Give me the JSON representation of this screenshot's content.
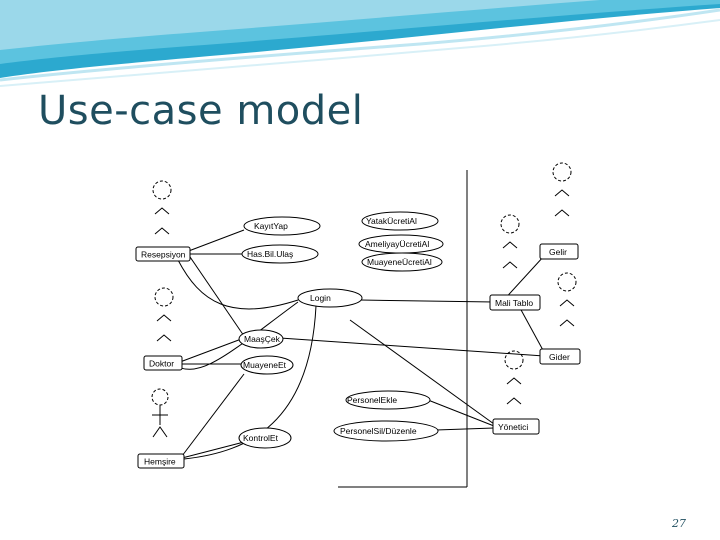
{
  "slide": {
    "title": "Use-case model",
    "page_number": "27"
  },
  "diagram": {
    "actors": [
      "Resepsiyon",
      "Doktor",
      "Hemşire",
      "Gelir",
      "Mali Tablo",
      "Gider",
      "Yönetici"
    ],
    "use_cases": [
      "KayıtYap",
      "Has.Bil.Ulaş",
      "Login",
      "MaaşÇek",
      "MuayeneEt",
      "KontrolEt",
      "YatakÜcretiAl",
      "AmeliyayÜcretiAl",
      "MuayeneÜcretiAl",
      "PersonelEkle",
      "PersonelSil/Düzenle"
    ]
  },
  "colors": {
    "title": "#1f4e5f",
    "swoosh_primary": "#3bb6d6",
    "swoosh_light": "#bfe6f2",
    "diagram_lines": "#000000"
  }
}
